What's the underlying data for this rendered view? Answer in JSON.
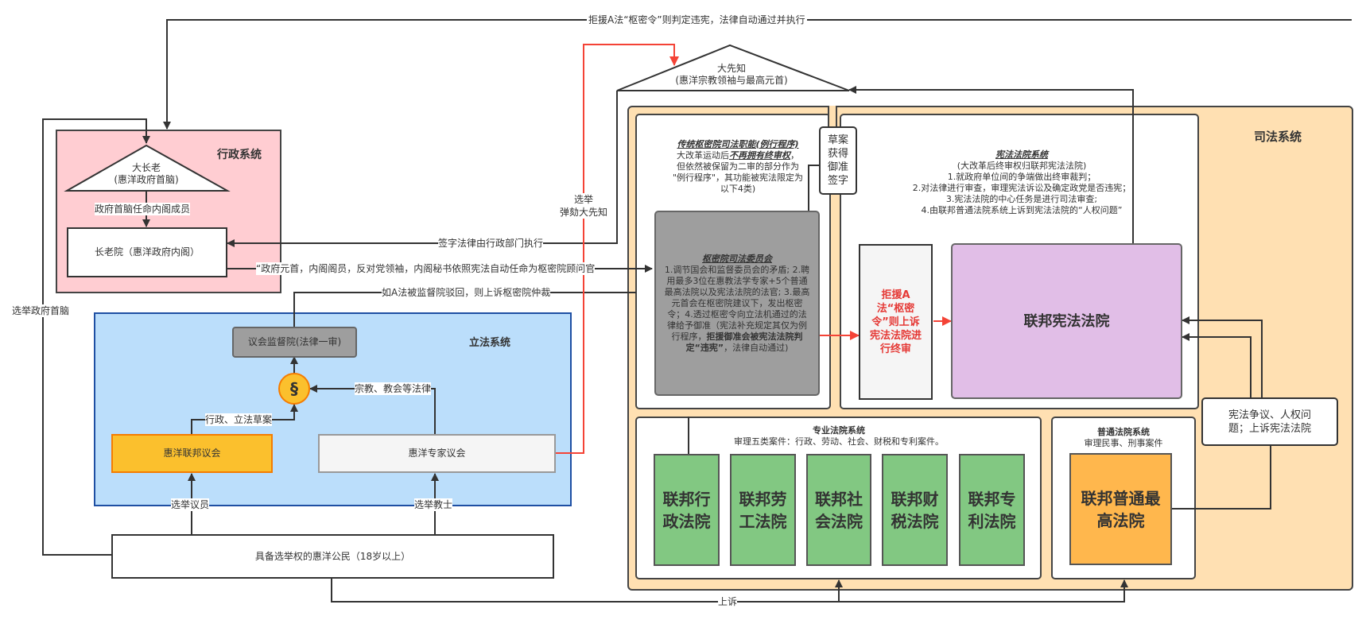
{
  "diagram": {
    "colors": {
      "executive_bg": "#ffcdd2",
      "legislative_bg": "#bbdefb",
      "judicial_bg": "#ffe0b2",
      "constitutional_court": "#e1bee7",
      "specialized_courts": "#82c882",
      "supreme_court": "#ffb74d",
      "federal_parliament": "#fbc02d",
      "privy_council": "#9e9e9e",
      "red_arrow": "#f44336"
    },
    "top_edge_label": "拒援A法“枢密令”则判定违宪，法律自动通过并执行",
    "prophet": {
      "line1": "大先知",
      "line2": "(惠洋宗教领袖与最高元首)"
    },
    "election_impeach": {
      "line1": "选举",
      "line2": "弹劾大先知"
    },
    "executive": {
      "title": "行政系统",
      "grand_elder": {
        "line1": "大长老",
        "line2": "(惠洋政府首脑)"
      },
      "appoint_label": "政府首脑任命内阁成员",
      "cabinet": "长老院（惠洋政府内阁）",
      "elect_head_label": "选举政府首脑"
    },
    "edges": {
      "sign_execute": "签字法律由行政部门执行",
      "privy_appoint": "“政府元首，内阁阁员，反对党领袖，内阁秘书依照宪法自动任命为枢密院顾问官",
      "appeal_privy": "如A法被监督院驳回，则上诉枢密院仲裁",
      "appeal_bottom": "上诉"
    },
    "legislative": {
      "title": "立法系统",
      "oversight": "议会监督院(法律一审)",
      "law_symbol": "§",
      "religious_law_label": "宗教、教会等法律",
      "drafts_label": "行政、立法草案",
      "federal_parliament": "惠洋联邦议会",
      "expert_council": "惠洋专家议会",
      "elect_members_label": "选举议员",
      "elect_clergy_label": "选举教士"
    },
    "citizens": "具备选举权的惠洋公民（18岁以上）",
    "judicial": {
      "title": "司法系统",
      "privy_traditional": {
        "heading": "传统枢密院司法职能(例行程序)",
        "line1_pre": "大改革运动后",
        "line1_em": "不再拥有终审权",
        "line1_post": "，",
        "line2": "但依然被保留为二审的部分作为",
        "line3": "\"例行程序\"，其功能被宪法限定为",
        "line4": "以下4类)"
      },
      "privy_committee": {
        "heading": "枢密院司法委员会",
        "body": "1.调节国会和监督委员会的矛盾; 2.聘用最多3位在惠教法学专家+5个普通最高法院以及宪法法院的法官; 3.最高元首会在枢密院建议下，发出枢密令；4.透过枢密令向立法机通过的法律给予御准（宪法补充规定其仅为例行程序，",
        "body_bold": "拒援御准会被宪法法院判定“违宪”",
        "body_tail": "，法律自动通过)"
      },
      "royal_assent": "草案获得御准签字",
      "constitutional_system": {
        "heading": "宪法法院系统",
        "lines": [
          "(大改革后终审权归联邦宪法法院)",
          "1.就政府单位间的争端做出终审裁判；",
          "2.对法律进行审查，审理宪法诉讼及确定政党是否违宪；",
          "3.宪法法院的中心任务是进行司法审查;",
          "4.由联邦普通法院系统上诉到宪法法院的“人权问题”"
        ]
      },
      "reject_box": "拒援A法“枢密令”则上诉宪法法院进行终审",
      "constitutional_court": "联邦宪法法院",
      "constitutional_dispute": "宪法争议、人权问题；上诉宪法法院",
      "specialized_system": {
        "heading": "专业法院系统",
        "subtitle": "审理五类案件：行政、劳动、社会、财税和专利案件。",
        "courts": [
          "联邦行政法院",
          "联邦劳工法院",
          "联邦社会法院",
          "联邦财税法院",
          "联邦专利法院"
        ]
      },
      "ordinary_system": {
        "heading": "普通法院系统",
        "subtitle": "审理民事、刑事案件",
        "court": "联邦普通最高法院"
      }
    }
  }
}
